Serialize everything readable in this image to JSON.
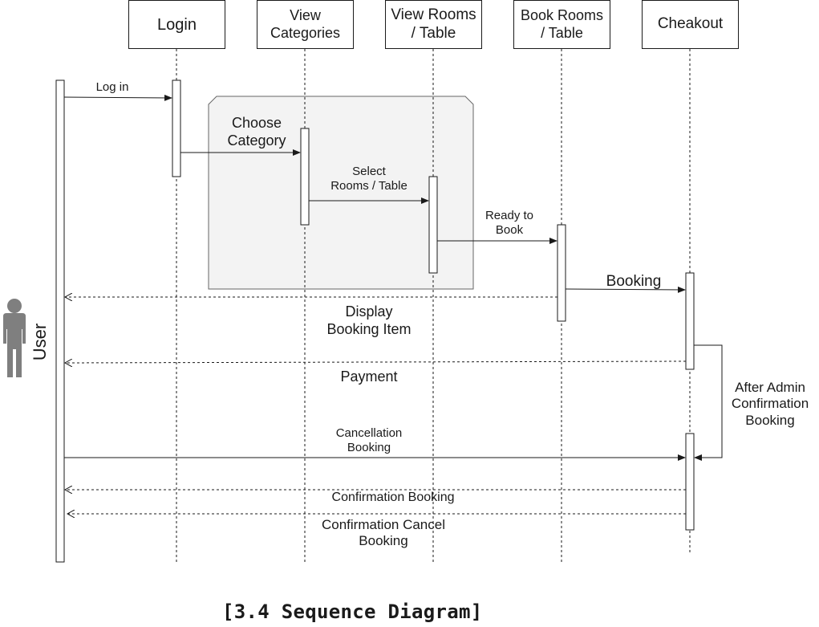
{
  "participants": {
    "login": "Login",
    "view_categories": "View\nCategories",
    "view_rooms": "View Rooms\n/ Table",
    "book_rooms": "Book Rooms\n/ Table",
    "checkout": "Cheakout"
  },
  "actor": {
    "label": "User",
    "icon": "person-icon"
  },
  "messages": {
    "log_in": "Log in",
    "choose_category": "Choose\nCategory",
    "select_rooms": "Select\nRooms / Table",
    "ready_to_book": "Ready to\nBook",
    "booking": "Booking",
    "display_booking_item": "Display\nBooking Item",
    "payment": "Payment",
    "after_admin_confirmation": "After Admin\nConfirmation\nBooking",
    "cancellation_booking": "Cancellation\nBooking",
    "confirmation_booking": "Confirmation Booking",
    "confirmation_cancel_booking": "Confirmation Cancel\nBooking"
  },
  "caption": "[3.4 Sequence Diagram]",
  "colors": {
    "line": "#1a1a1a",
    "fragment_fill": "#f3f3f3",
    "fragment_border": "#666666",
    "actor": "#7f7f7f"
  }
}
